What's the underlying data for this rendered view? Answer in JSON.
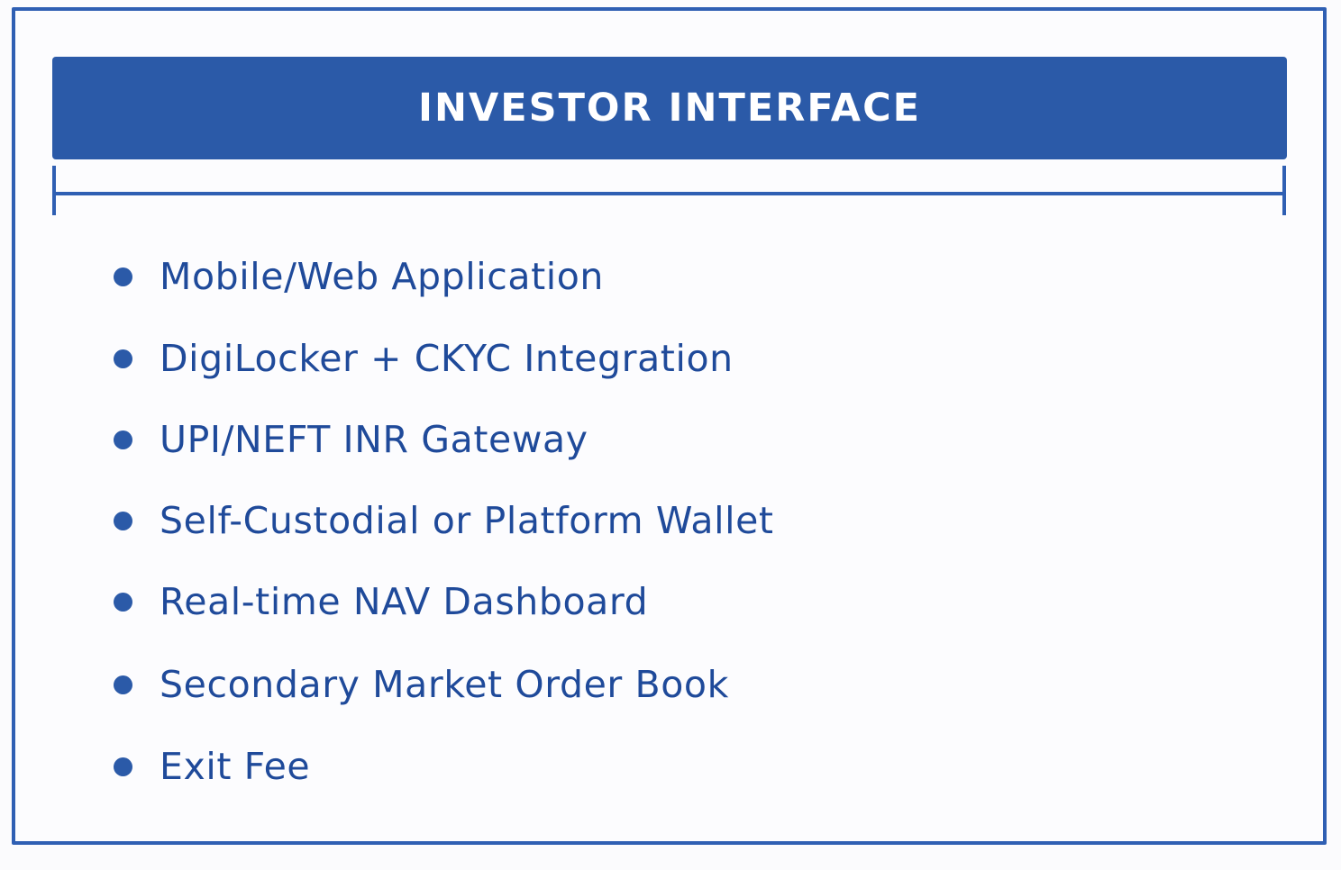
{
  "diagram": {
    "header": {
      "title": "INVESTOR INTERFACE"
    },
    "features": [
      {
        "label": "Mobile/Web Application"
      },
      {
        "label": "DigiLocker + CKYC Integration"
      },
      {
        "label": "UPI/NEFT INR Gateway"
      },
      {
        "label": "Self-Custodial or Platform Wallet"
      },
      {
        "label": "Real-time NAV Dashboard"
      },
      {
        "label": "Secondary Market Order Book"
      },
      {
        "label": "Exit Fee"
      }
    ]
  },
  "colors": {
    "accent": "#2b5aa8",
    "border": "#2f5fb3",
    "text": "#1f4a9a",
    "header_text": "#ffffff",
    "background": "#fbfbfd"
  }
}
